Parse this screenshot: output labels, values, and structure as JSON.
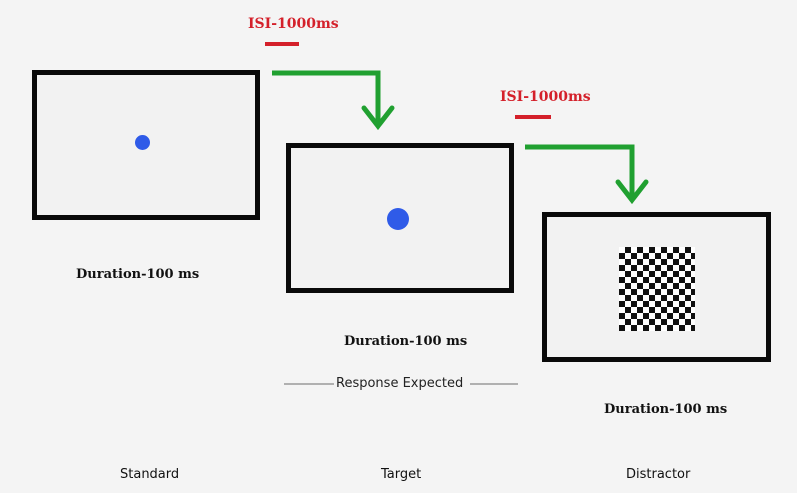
{
  "isi_labels": [
    "ISI-1000ms",
    "ISI-1000ms"
  ],
  "durations": [
    "Duration-100 ms",
    "Duration-100 ms",
    "Duration-100 ms"
  ],
  "response_label": "Response Expected",
  "conditions": [
    "Standard",
    "Target",
    "Distractor"
  ],
  "colors": {
    "stimulus_dot": "#2f5be8",
    "isi_label": "#d4202a",
    "transition_arrow": "#20a030",
    "frame_border": "#0a0a0a"
  },
  "icons": {
    "transition": "arrow-right-down-icon"
  }
}
